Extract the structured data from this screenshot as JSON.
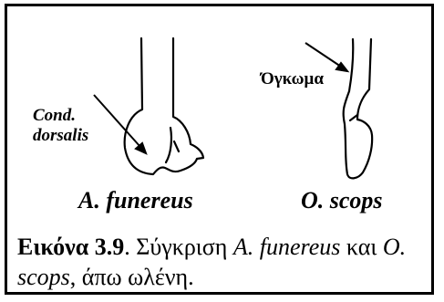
{
  "figure": {
    "labels": {
      "cond_line1": "Cond.",
      "cond_line2": "dorsalis",
      "ogkoma": "Όγκωμα"
    },
    "species_left": "A. funereus",
    "species_right": "O. scops",
    "caption": {
      "number": "Εικόνα 3.9",
      "separator": ". ",
      "text_part1": "Σύγκριση ",
      "species_a": "A. funereus",
      "text_part2": " και ",
      "species_b": "O. scops",
      "text_part3": ", άπω ωλένη."
    }
  },
  "colors": {
    "ink": "#000000",
    "background": "#ffffff"
  }
}
